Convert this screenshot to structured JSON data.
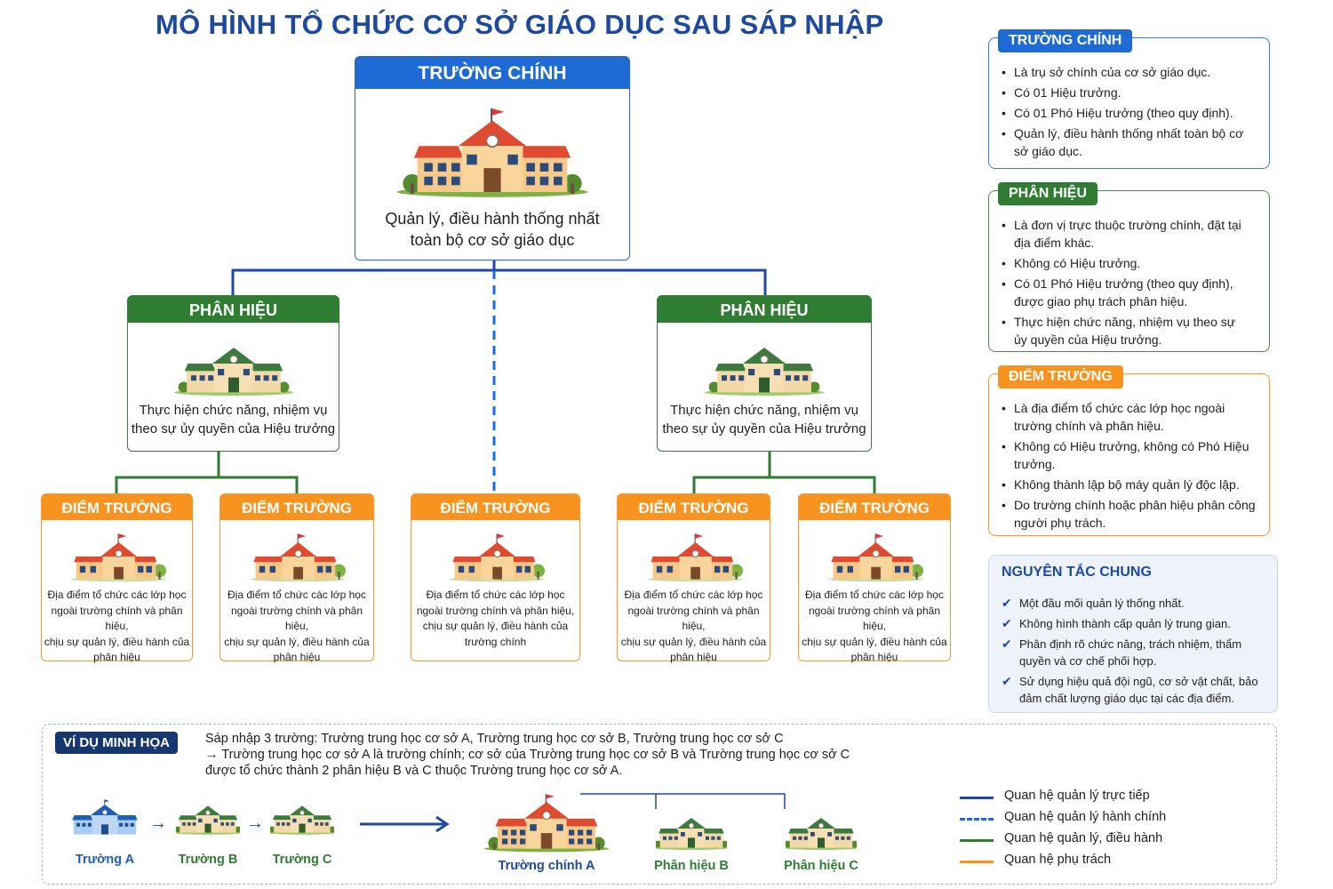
{
  "title": "MÔ HÌNH TỔ CHỨC CƠ SỞ GIÁO DỤC SAU SÁP NHẬP",
  "main": {
    "head": "TRƯỜNG CHÍNH",
    "desc1": "Quản lý, điều hành thống nhất",
    "desc2": "toàn bộ cơ sở giáo dục"
  },
  "branch": {
    "head": "PHÂN HIỆU",
    "desc1": "Thực hiện chức năng, nhiệm vụ",
    "desc2": "theo sự ủy quyền của Hiệu trưởng"
  },
  "site": {
    "head": "ĐIỂM TRƯỜNG",
    "l1": "Địa điểm tổ chức các lớp học",
    "l2": "ngoài trường chính và phân hiệu,",
    "l3": "chịu sự quản lý, điều hành của",
    "l4_branch": "phân hiệu",
    "l4_main": "trường chính"
  },
  "panels": {
    "main": {
      "tag": "TRƯỜNG CHÍNH",
      "items": [
        "Là trụ sở chính của cơ sở giáo dục.",
        "Có 01 Hiệu trưởng.",
        "Có 01 Phó Hiệu trưởng (theo quy định).",
        "Quản lý, điều hành thống nhất toàn bộ cơ sở giáo dục."
      ]
    },
    "branch": {
      "tag": "PHÂN HIỆU",
      "items": [
        "Là đơn vị trực thuộc trường chính, đặt tại địa điểm khác.",
        "Không có Hiệu trưởng.",
        "Có 01 Phó Hiệu trưởng (theo quy định), được giao phụ trách phân hiệu.",
        "Thực hiện chức năng, nhiệm vụ theo sự ủy quyền của Hiệu trưởng."
      ]
    },
    "site": {
      "tag": "ĐIỂM TRƯỜNG",
      "items": [
        "Là địa điểm tổ chức các lớp học ngoài trường chính và phân hiệu.",
        "Không có Hiệu trưởng, không có Phó Hiệu trưởng.",
        "Không thành lập bộ máy quản lý độc lập.",
        "Do trường chính hoặc phân hiệu phân công người phụ trách."
      ]
    },
    "rules": {
      "title": "NGUYÊN TẮC CHUNG",
      "items": [
        "Một đầu mối quản lý thống nhất.",
        "Không hình thành cấp quản lý trung gian.",
        "Phân định rõ chức năng, trách nhiệm, thẩm quyền và cơ chế phối hợp.",
        "Sử dụng hiệu quả đội ngũ, cơ sở vật chất, bảo đảm chất lượng giáo dục tại các địa điểm."
      ]
    }
  },
  "example": {
    "tag": "VÍ DỤ MINH HỌA",
    "line1": "Sáp nhập 3 trường: Trường trung học cơ sở A, Trường trung học cơ sở B, Trường trung học cơ sở C",
    "line2": "→ Trường trung học cơ sở A là trường chính; cơ sở của Trường trung học cơ sở B và Trường trung học cơ sở C",
    "line3": "được tổ chức thành 2 phân hiệu B và C thuộc Trường trung học cơ sở A.",
    "school_a": "Trường A",
    "school_b": "Trường B",
    "school_c": "Trường C",
    "main_a": "Trường chính A",
    "branch_b": "Phân hiệu B",
    "branch_c": "Phân hiệu C"
  },
  "legend": {
    "direct": "Quan hệ quản lý trực tiếp",
    "admin": "Quan hệ quản lý hành chính",
    "operate": "Quan hệ quản lý, điều hành",
    "charge": "Quan hệ phụ trách"
  },
  "colors": {
    "main": "#1e6bd6",
    "branch": "#2e7d32",
    "site": "#f7931e",
    "title": "#1d4aa0"
  }
}
